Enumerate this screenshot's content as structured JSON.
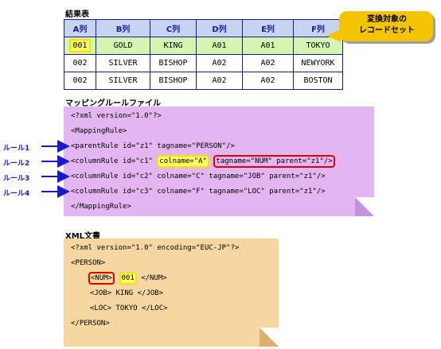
{
  "result_table": {
    "title": "結果表",
    "columns": [
      "A列",
      "B列",
      "C列",
      "D列",
      "E列",
      "F列"
    ],
    "rows": [
      [
        "001",
        "GOLD",
        "KING",
        "A01",
        "A01",
        "TOKYO"
      ],
      [
        "002",
        "SILVER",
        "BISHOP",
        "A02",
        "A02",
        "NEWYORK"
      ],
      [
        "002",
        "SILVER",
        "BISHOP",
        "A02",
        "A02",
        "BOSTON"
      ]
    ]
  },
  "callout": {
    "line1": "変換対象の",
    "line2": "レコードセット"
  },
  "mapping_file": {
    "title": "マッピングルールファイル",
    "lines": [
      "<?xml version=\"1.0\"?>",
      "<MappingRule>",
      "<parentRule id=\"z1\" tagname=\"PERSON\"/>",
      "<columnRule id=\"c1\"",
      "<columnRule id=\"c2\" colname=\"C\" tagname=\"JOB\" parent=\"z1\"/>",
      "<columnRule id=\"c3\" colname=\"F\" tagname=\"LOC\" parent=\"z1\"/>",
      "</MappingRule>"
    ],
    "line3_colname": "colname=\"A\"",
    "line3_tagname": "tagname=\"NUM\" parent=\"z1\"/>"
  },
  "rule_labels": [
    "ルール1",
    "ルール2",
    "ルール3",
    "ルール4"
  ],
  "xml_doc": {
    "title": "XML文書",
    "lines": [
      "<?xml version=\"1.0\" encoding=\"EUC-JP\"?>",
      "<PERSON>",
      "<JOB> KING </JOB>",
      "<LOC> TOKYO </LOC>",
      "</PERSON>"
    ],
    "num_open": "<NUM>",
    "num_value": "001",
    "num_close": "</NUM>"
  },
  "colors": {
    "table_border": "#1a1a9a",
    "header_bg": "#c8d3f0",
    "selected_row_bg": "#d6f5b0",
    "callout": "#f5c400",
    "mapping_note": "#e3b6f2",
    "xml_note": "#f7d7a1",
    "highlight_yellow": "#ffff66",
    "highlight_red": "#e00000",
    "arrow_blue": "#1a1acc"
  }
}
